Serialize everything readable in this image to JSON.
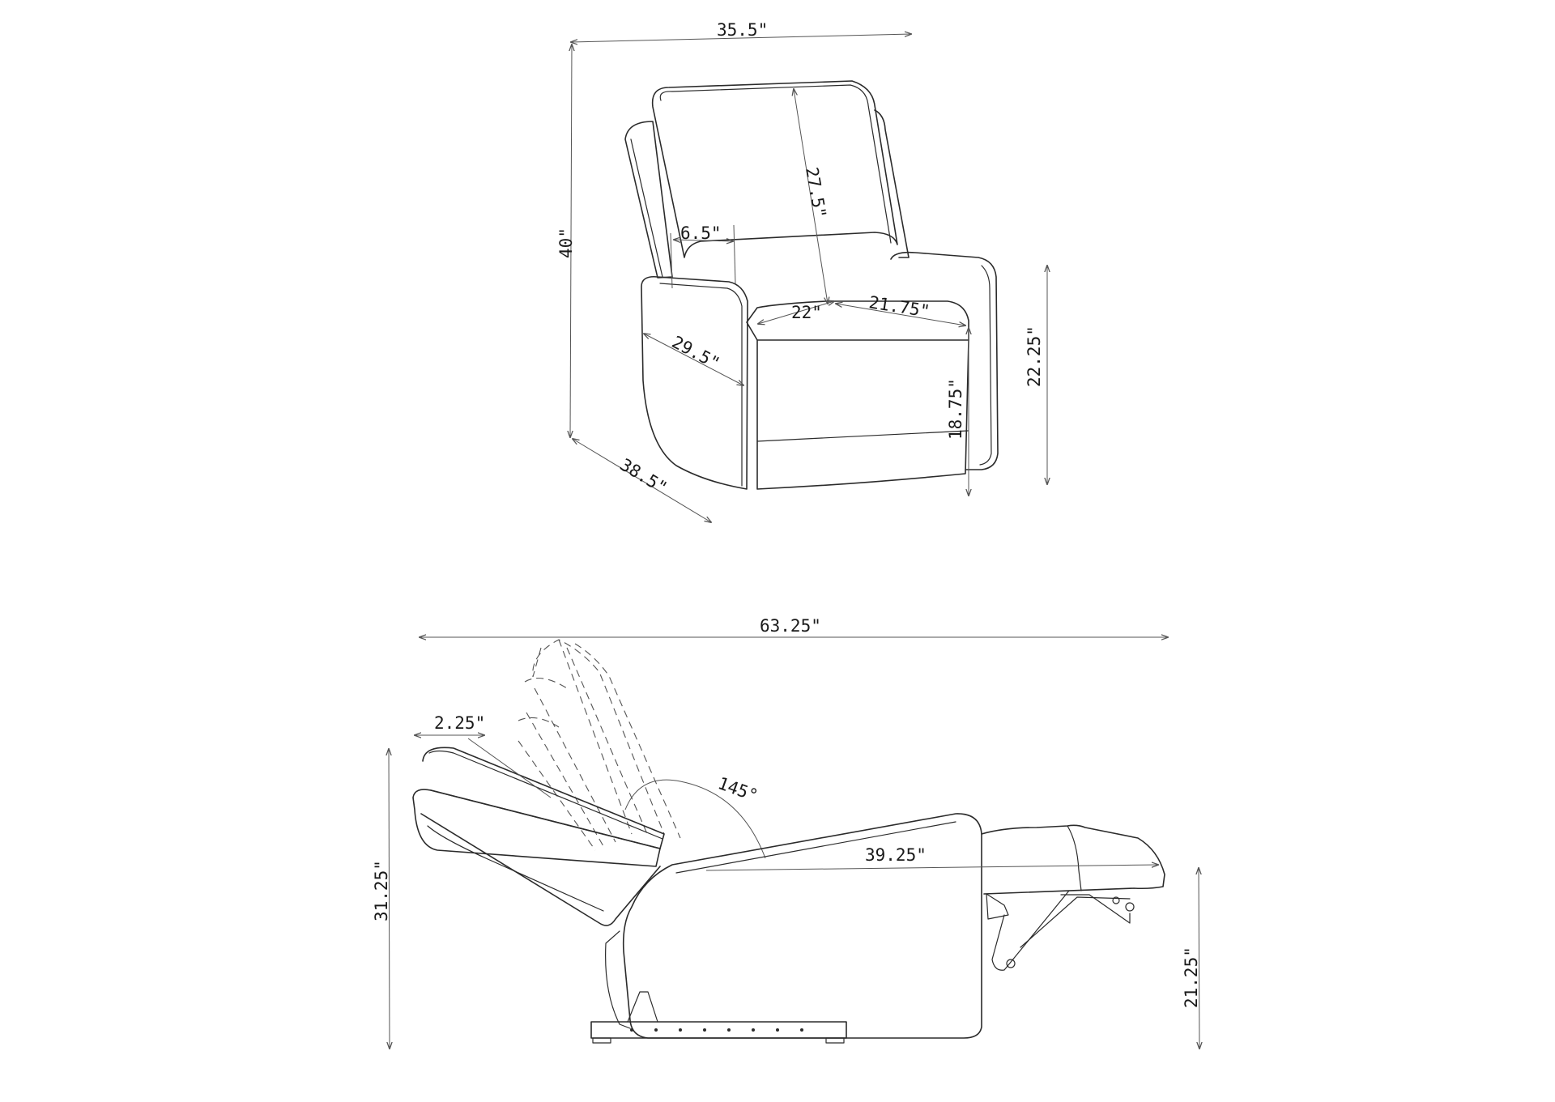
{
  "front_view": {
    "dimensions": {
      "width": "35.5\"",
      "height": "40\"",
      "back_height": "27.5\"",
      "arm_width": "6.5\"",
      "seat_width": "22\"",
      "seat_depth": "21.75\"",
      "arm_depth": "29.5\"",
      "depth": "38.5\"",
      "seat_height": "18.75\"",
      "arm_height": "22.25\""
    }
  },
  "side_view": {
    "dimensions": {
      "reclined_length": "63.25\"",
      "wall_clearance": "2.25\"",
      "recline_angle": "145°",
      "seat_to_footrest": "39.25\"",
      "reclined_height": "31.25\"",
      "footrest_height": "21.25\""
    }
  },
  "colors": {
    "line": "#2b2b2b",
    "dimension_line": "#555555",
    "background": "#ffffff"
  }
}
